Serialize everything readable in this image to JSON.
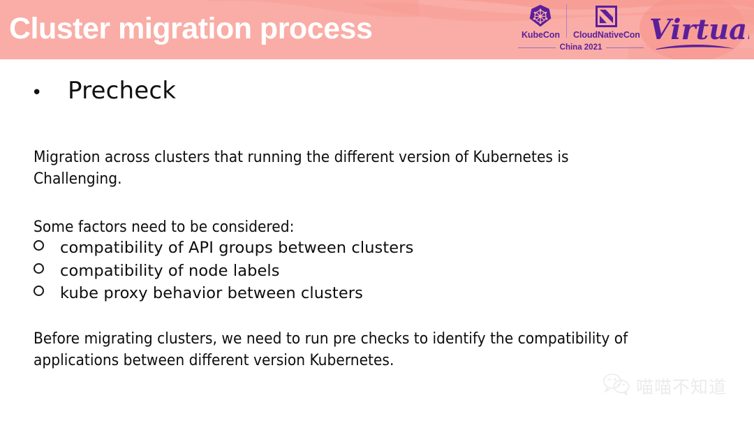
{
  "slide": {
    "title": "Cluster migration process",
    "header_bg_color": "#f9ada6",
    "header_blob_color": "#f79c94",
    "title_color": "#ffffff",
    "brand_purple": "#5b1f9c"
  },
  "branding": {
    "kubecon_label": "KubeCon",
    "cloudnativecon_label": "CloudNativeCon",
    "edition_label": "China 2021",
    "virtual_label": "Virtual",
    "kubecon_icon": "kubernetes-helm-icon",
    "cloudnativecon_icon": "cncf-square-icon"
  },
  "content": {
    "main_bullet": {
      "marker": "•",
      "label": "Precheck"
    },
    "intro_paragraph": "Migration across clusters that running the different version of Kubernetes is Challenging.",
    "factors_heading": "Some factors need to be considered:",
    "factors": [
      "compatibility of API groups between clusters",
      "compatibility of node labels",
      "kube proxy behavior between clusters"
    ],
    "outro_paragraph": "Before migrating clusters, we need to run pre checks to identify the compatibility of applications between different version Kubernetes."
  },
  "watermark": {
    "icon": "wechat-icon",
    "text": "喵喵不知道",
    "color": "#dcdcdc"
  }
}
